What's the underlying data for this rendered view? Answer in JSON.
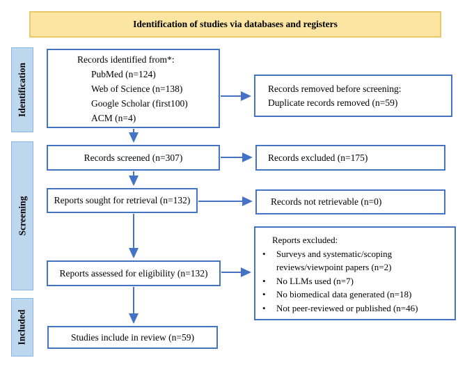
{
  "banner": {
    "title": "Identification of studies via databases and registers"
  },
  "stage_labels": {
    "identification": "Identification",
    "screening": "Screening",
    "included": "Included"
  },
  "flow": {
    "identified": {
      "title": "Records identified from*:",
      "items": [
        "PubMed (n=124)",
        "Web of Science (n=138)",
        "Google Scholar (first100)",
        "ACM (n=4)"
      ]
    },
    "screened": "Records screened (n=307)",
    "sought": "Reports sought for retrieval (n=132)",
    "assessed": "Reports assessed for eligibility (n=132)",
    "included": "Studies include in review (n=59)"
  },
  "exclusions": {
    "removed_before_screening": {
      "line1": "Records removed before screening:",
      "line2": "Duplicate records removed (n=59)"
    },
    "records_excluded": "Records excluded (n=175)",
    "not_retrievable": "Records not retrievable (n=0)",
    "reports_excluded": {
      "title": "Reports excluded:",
      "items": [
        "Surveys and systematic/scoping reviews/viewpoint papers (n=2)",
        "No LLMs used (n=7)",
        "No biomedical data generated (n=18)",
        "Not peer-reviewed or published (n=46)"
      ]
    }
  },
  "colors": {
    "accent_blue": "#4472C4",
    "stage_fill": "#BDD7EE",
    "stage_border": "#8EB4E3",
    "banner_fill": "#FBE5A2",
    "banner_border": "#E9C86A"
  }
}
